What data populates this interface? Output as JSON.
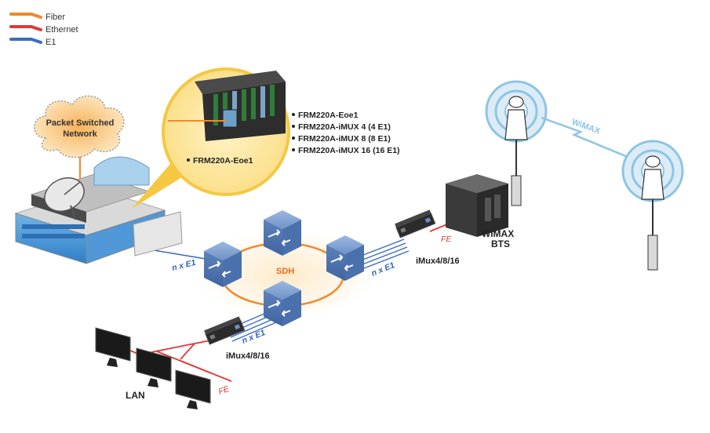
{
  "legend": {
    "items": [
      {
        "label": "Fiber",
        "color": "#f0892a"
      },
      {
        "label": "Ethernet",
        "color": "#dd3b3b"
      },
      {
        "label": "E1",
        "color": "#3b6dc2"
      }
    ]
  },
  "network": {
    "cloud_line1": "Packet Switched",
    "cloud_line2": "Network"
  },
  "callout": {
    "inset_label": "FRM220A-Eoe1",
    "products": [
      "FRM220A-Eoe1",
      "FRM220A-iMUX 4 (4 E1)",
      "FRM220A-iMUX 8 (8 E1)",
      "FRM220A-iMUX 16 (16 E1)"
    ]
  },
  "sdh": {
    "label": "SDH"
  },
  "links": {
    "ne1_left": "n x E1",
    "ne1_right": "n x E1",
    "ne1_bottom": "n x E1",
    "fe_right": "FE",
    "fe_bottom": "FE"
  },
  "devices": {
    "imux_right": "iMux4/8/16",
    "imux_bottom": "iMux4/8/16",
    "bts_line1": "WiMAX",
    "bts_line2": "BTS",
    "lan": "LAN",
    "wimax_link": "WiMAX"
  },
  "colors": {
    "fiber": "#f0892a",
    "ethernet": "#dd3b3b",
    "e1": "#3b6dc2",
    "switch": "#6b8fc4",
    "wireless": "#8cc4e6"
  }
}
